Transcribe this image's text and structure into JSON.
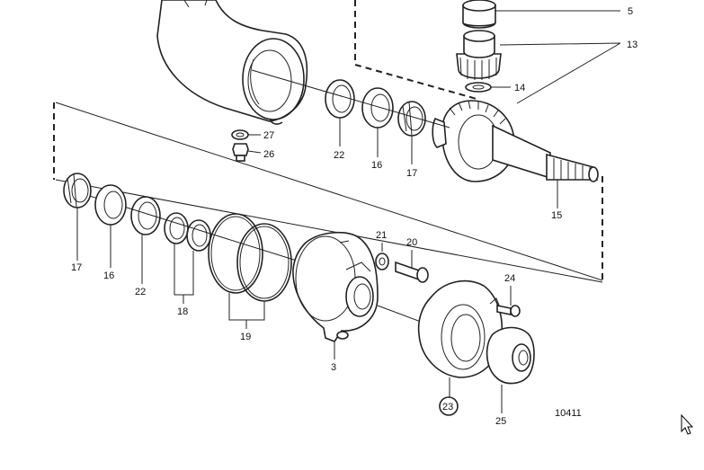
{
  "diagram": {
    "reference_number": "10411",
    "callouts": {
      "c5": "5",
      "c13": "13",
      "c14": "14",
      "c27": "27",
      "c26": "26",
      "c22a": "22",
      "c16a": "16",
      "c17a": "17",
      "c15": "15",
      "c17b": "17",
      "c16b": "16",
      "c22b": "22",
      "c18": "18",
      "c19": "19",
      "c21": "21",
      "c20": "20",
      "c24": "24",
      "c3": "3",
      "c23": "23",
      "c25": "25"
    }
  }
}
